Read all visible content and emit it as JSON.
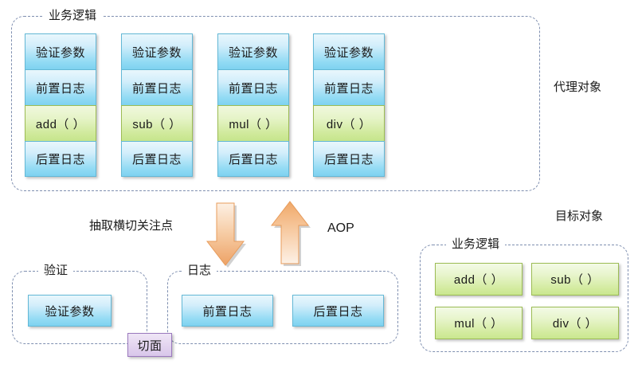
{
  "diagram": {
    "title_semantic": "spring-aop-proxy-diagram",
    "colors": {
      "blue_fill_top": "#e9f7fc",
      "blue_fill_bottom": "#7ed2f0",
      "blue_border": "#63b8d6",
      "green_fill_top": "#f3fae6",
      "green_fill_bottom": "#c9e78f",
      "green_border": "#9cbc54",
      "purple_fill": "#e3d4ef",
      "purple_border": "#9a79bd",
      "arrow_orange": "#f0a868",
      "group_border": "#7f8fb0",
      "background": "#ffffff"
    }
  },
  "proxy_section": {
    "group_label": "业务逻辑",
    "side_label": "代理对象",
    "stacks": [
      {
        "method": "add（ ）",
        "cells": [
          "验证参数",
          "前置日志",
          "add（ ）",
          "后置日志"
        ]
      },
      {
        "method": "sub（ ）",
        "cells": [
          "验证参数",
          "前置日志",
          "sub（ ）",
          "后置日志"
        ]
      },
      {
        "method": "mul（ ）",
        "cells": [
          "验证参数",
          "前置日志",
          "mul（ ）",
          "后置日志"
        ]
      },
      {
        "method": "div（ ）",
        "cells": [
          "验证参数",
          "前置日志",
          "div（ ）",
          "后置日志"
        ]
      }
    ]
  },
  "middle_section": {
    "extract_label": "抽取横切关注点",
    "aop_label": "AOP",
    "down_arrow_name": "extract-down-arrow",
    "up_arrow_name": "aop-up-arrow"
  },
  "aspect_section": {
    "validation_group_label": "验证",
    "logging_group_label": "日志",
    "aspect_badge": "切面",
    "validation_items": [
      "验证参数"
    ],
    "logging_items": [
      "前置日志",
      "后置日志"
    ]
  },
  "target_section": {
    "side_label": "目标对象",
    "group_label": "业务逻辑",
    "methods": [
      "add（ ）",
      "sub（ ）",
      "mul（ ）",
      "div（ ）"
    ]
  }
}
